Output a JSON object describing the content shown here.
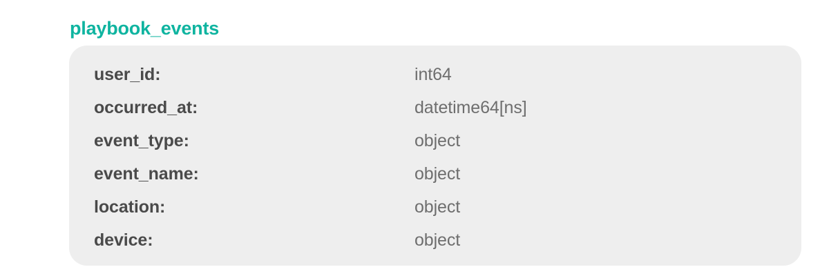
{
  "schema": {
    "table_name": "playbook_events",
    "accent_color": "#0fb4a0",
    "panel_color": "#eeeeee",
    "label_color": "#4a4a4a",
    "type_color": "#6e6e6e",
    "fields": [
      {
        "name": "user_id:",
        "type": "int64"
      },
      {
        "name": "occurred_at:",
        "type": "datetime64[ns]"
      },
      {
        "name": "event_type:",
        "type": "object"
      },
      {
        "name": "event_name:",
        "type": "object"
      },
      {
        "name": "location:",
        "type": "object"
      },
      {
        "name": "device:",
        "type": "object"
      }
    ]
  }
}
